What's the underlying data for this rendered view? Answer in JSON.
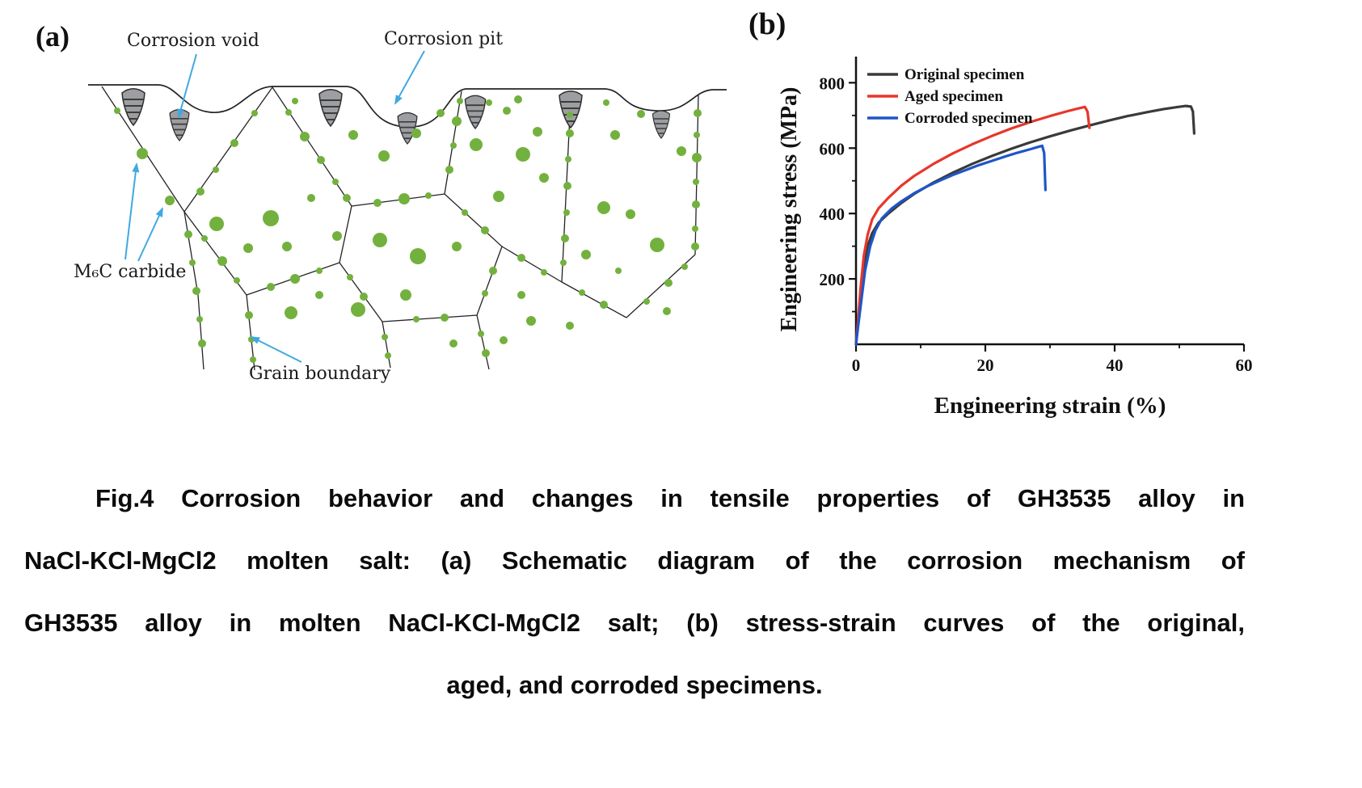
{
  "figure": {
    "panel_a": {
      "label": "(a)",
      "annotations": {
        "corrosion_void": "Corrosion void",
        "corrosion_pit": "Corrosion pit",
        "carbide": "M₆C carbide",
        "grain_boundary": "Grain boundary"
      },
      "colors": {
        "carbide": "#73b13e",
        "arrow": "#3fa9e0",
        "blob_fill": "#9c9ea1",
        "blob_stroke": "#2e2e2e",
        "boundary": "#232323"
      }
    },
    "panel_b": {
      "label": "(b)"
    },
    "caption": {
      "lines": [
        "Fig.4 Corrosion behavior and changes in tensile properties of GH3535 alloy in",
        "NaCl-KCl-MgCl2 molten salt: (a) Schematic diagram of the corrosion mechanism of",
        "GH3535 alloy in molten NaCl-KCl-MgCl2 salt; (b) stress-strain curves of the original,",
        "aged, and corroded specimens."
      ]
    }
  },
  "chart_data": {
    "type": "line",
    "title": "",
    "xlabel": "Engineering strain (%)",
    "ylabel": "Engineering stress (MPa)",
    "xlim": [
      0,
      60
    ],
    "ylim": [
      0,
      880
    ],
    "xticks": [
      0,
      20,
      40,
      60
    ],
    "xminor": [
      10,
      30,
      50
    ],
    "yticks": [
      200,
      400,
      600,
      800
    ],
    "yminor": [
      100,
      300,
      500,
      700
    ],
    "grid": false,
    "legend_position": "top-left",
    "series": [
      {
        "name": "Original specimen",
        "color": "#3a3a3a",
        "x": [
          0,
          0.3,
          0.7,
          1.2,
          1.8,
          2.5,
          3.5,
          5,
          7,
          9,
          12,
          15,
          18,
          21,
          24,
          27,
          30,
          33,
          36,
          39,
          42,
          45,
          47.5,
          49.5,
          51,
          51.8,
          52.1,
          52.3
        ],
        "y": [
          0,
          60,
          150,
          240,
          300,
          340,
          372,
          400,
          432,
          460,
          495,
          525,
          552,
          576,
          598,
          618,
          636,
          653,
          669,
          684,
          698,
          710,
          719,
          725,
          729,
          727,
          712,
          645
        ]
      },
      {
        "name": "Aged specimen",
        "color": "#e8362b",
        "x": [
          0,
          0.3,
          0.7,
          1.2,
          1.8,
          2.5,
          3.5,
          5,
          7,
          9,
          12,
          15,
          18,
          21,
          24,
          27,
          30,
          32.5,
          34.5,
          35.4,
          35.8,
          36.1
        ],
        "y": [
          0,
          70,
          170,
          270,
          335,
          382,
          416,
          448,
          485,
          515,
          552,
          584,
          612,
          637,
          660,
          680,
          698,
          712,
          722,
          726,
          712,
          662
        ]
      },
      {
        "name": "Corroded specimen",
        "color": "#1e56c8",
        "x": [
          0,
          0.3,
          0.8,
          1.4,
          2.2,
          3,
          4,
          5.5,
          7,
          9,
          11,
          13,
          15,
          17,
          19,
          21,
          23,
          25,
          27,
          28.2,
          28.8,
          29.1,
          29.3
        ],
        "y": [
          0,
          50,
          130,
          225,
          300,
          348,
          385,
          415,
          437,
          462,
          483,
          501,
          518,
          533,
          548,
          561,
          574,
          586,
          597,
          604,
          607,
          585,
          472
        ]
      }
    ]
  }
}
